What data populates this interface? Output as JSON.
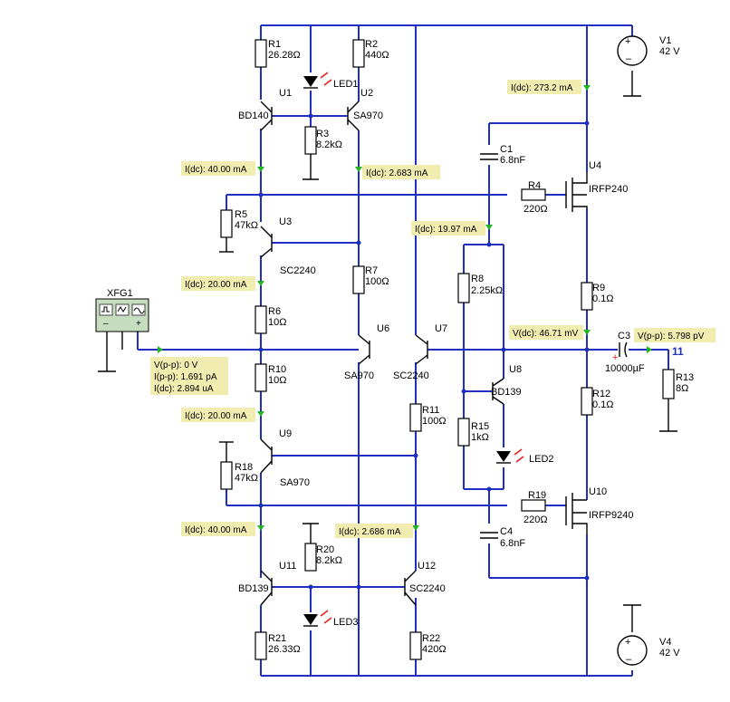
{
  "components": {
    "R1": {
      "name": "R1",
      "value": "26.28Ω"
    },
    "R2": {
      "name": "R2",
      "value": "440Ω"
    },
    "R3": {
      "name": "R3",
      "value": "8.2kΩ"
    },
    "R4": {
      "name": "R4",
      "value": "220Ω"
    },
    "R5": {
      "name": "R5",
      "value": "47kΩ"
    },
    "R6": {
      "name": "R6",
      "value": "10Ω"
    },
    "R7": {
      "name": "R7",
      "value": "100Ω"
    },
    "R8": {
      "name": "R8",
      "value": "2.25kΩ"
    },
    "R9": {
      "name": "R9",
      "value": "0.1Ω"
    },
    "R10": {
      "name": "R10",
      "value": "10Ω"
    },
    "R11": {
      "name": "R11",
      "value": "100Ω"
    },
    "R12": {
      "name": "R12",
      "value": "0.1Ω"
    },
    "R13": {
      "name": "R13",
      "value": "8Ω"
    },
    "R15": {
      "name": "R15",
      "value": "1kΩ"
    },
    "R18": {
      "name": "R18",
      "value": "47kΩ"
    },
    "R19": {
      "name": "R19",
      "value": "220Ω"
    },
    "R20": {
      "name": "R20",
      "value": "8.2kΩ"
    },
    "R21": {
      "name": "R21",
      "value": "26.33Ω"
    },
    "R22": {
      "name": "R22",
      "value": "420Ω"
    },
    "C1": {
      "name": "C1",
      "value": "6.8nF"
    },
    "C3": {
      "name": "C3",
      "value": "10000µF"
    },
    "C4": {
      "name": "C4",
      "value": "6.8nF"
    },
    "V1": {
      "name": "V1",
      "value": "42 V"
    },
    "V4": {
      "name": "V4",
      "value": "42 V"
    },
    "U1": {
      "name": "U1",
      "part": "BD140"
    },
    "U2": {
      "name": "U2",
      "part": "SA970"
    },
    "U3": {
      "name": "U3",
      "part": "SC2240"
    },
    "U4": {
      "name": "U4",
      "part": "IRFP240"
    },
    "U6": {
      "name": "U6",
      "part": "SA970"
    },
    "U7": {
      "name": "U7",
      "part": "SC2240"
    },
    "U8": {
      "name": "U8",
      "part": "BD139"
    },
    "U9": {
      "name": "U9",
      "part": "SA970"
    },
    "U10": {
      "name": "U10",
      "part": "IRFP9240"
    },
    "U11": {
      "name": "U11",
      "part": "BD139"
    },
    "U12": {
      "name": "U12",
      "part": "SC2240"
    },
    "LED1": "LED1",
    "LED2": "LED2",
    "LED3": "LED3",
    "XFG1": "XFG1",
    "node_11": "11"
  },
  "probes": {
    "p_v1": "I(dc): 273.2 mA",
    "p_u1": "I(dc): 40.00 mA",
    "p_u2": "I(dc): 2.683 mA",
    "p_c1": "I(dc): 19.97 mA",
    "p_u3": "I(dc): 20.00 mA",
    "p_out": "V(dc): 46.71 mV",
    "p_c3": "V(p-p): 5.798 pV",
    "p_in1": "V(p-p): 0 V",
    "p_in2": "I(p-p): 1.691 pA",
    "p_in3": "I(dc): 2.894 uA",
    "p_u9": "I(dc): 20.00 mA",
    "p_u11": "I(dc): 40.00 mA",
    "p_u12": "I(dc): 2.686 mA"
  },
  "colors": {
    "wire": "#1f2fbf",
    "probe_bg": "#f1ecb0",
    "arrow": "#22b422",
    "led_arrow": "#e02020"
  }
}
